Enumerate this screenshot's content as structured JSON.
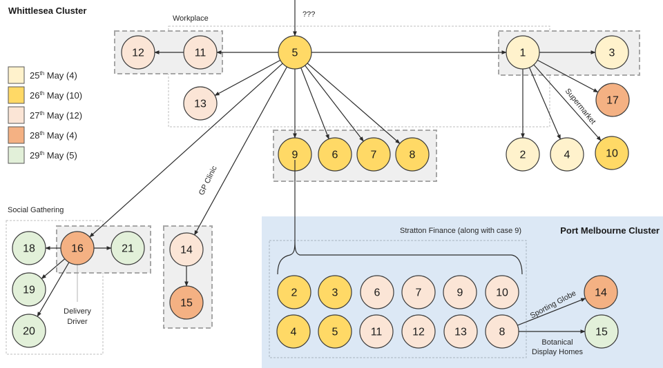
{
  "titles": {
    "left_cluster": "Whittlesea Cluster",
    "right_cluster": "Port Melbourne Cluster"
  },
  "legend": [
    {
      "day": "25",
      "sup": "th",
      "rest": " May (4)",
      "color": "#fff2cc"
    },
    {
      "day": "26",
      "sup": "th",
      "rest": " May (10)",
      "color": "#ffd966"
    },
    {
      "day": "27",
      "sup": "th",
      "rest": " May (12)",
      "color": "#fbe5d6"
    },
    {
      "day": "28",
      "sup": "th",
      "rest": " May (4)",
      "color": "#f4b183"
    },
    {
      "day": "29",
      "sup": "th",
      "rest": " May (5)",
      "color": "#e2f0d9"
    }
  ],
  "labels": {
    "unknown_source": "???",
    "workplace": "Workplace",
    "supermarket": "Supermarket",
    "gp_clinic": "GP Clinic",
    "social_gathering": "Social Gathering",
    "delivery_driver_1": "Delivery",
    "delivery_driver_2": "Driver",
    "stratton_finance": "Stratton Finance (along with case 9)",
    "sporting_globe": "Sporting Globe",
    "botanical_1": "Botanical",
    "botanical_2": "Display Homes"
  },
  "whittlesea_nodes": [
    {
      "id": "5",
      "color_key": 1
    },
    {
      "id": "11",
      "color_key": 2
    },
    {
      "id": "12",
      "color_key": 2
    },
    {
      "id": "13",
      "color_key": 2
    },
    {
      "id": "1",
      "color_key": 0
    },
    {
      "id": "3",
      "color_key": 0
    },
    {
      "id": "17",
      "color_key": 3
    },
    {
      "id": "2",
      "color_key": 0
    },
    {
      "id": "4",
      "color_key": 0
    },
    {
      "id": "10",
      "color_key": 1
    },
    {
      "id": "9",
      "color_key": 1
    },
    {
      "id": "6",
      "color_key": 1
    },
    {
      "id": "7",
      "color_key": 1
    },
    {
      "id": "8",
      "color_key": 1
    },
    {
      "id": "16",
      "color_key": 3
    },
    {
      "id": "18",
      "color_key": 4
    },
    {
      "id": "21",
      "color_key": 4
    },
    {
      "id": "19",
      "color_key": 4
    },
    {
      "id": "20",
      "color_key": 4
    },
    {
      "id": "14",
      "color_key": 2
    },
    {
      "id": "15",
      "color_key": 3
    }
  ],
  "port_melbourne_nodes": [
    {
      "id": "2",
      "color_key": 1
    },
    {
      "id": "3",
      "color_key": 1
    },
    {
      "id": "6",
      "color_key": 2
    },
    {
      "id": "7",
      "color_key": 2
    },
    {
      "id": "9",
      "color_key": 2
    },
    {
      "id": "10",
      "color_key": 2
    },
    {
      "id": "4",
      "color_key": 1
    },
    {
      "id": "5",
      "color_key": 1
    },
    {
      "id": "11",
      "color_key": 2
    },
    {
      "id": "12",
      "color_key": 2
    },
    {
      "id": "13",
      "color_key": 2
    },
    {
      "id": "8",
      "color_key": 2
    },
    {
      "id": "14",
      "color_key": 3
    },
    {
      "id": "15",
      "color_key": 4
    }
  ],
  "colors": {
    "node_stroke": "#3a3a3a",
    "edge": "#2b2b2b",
    "group_fill": "#efefef",
    "group_stroke": "#a6a6a6",
    "port_melbourne_bg": "#dce8f5"
  }
}
